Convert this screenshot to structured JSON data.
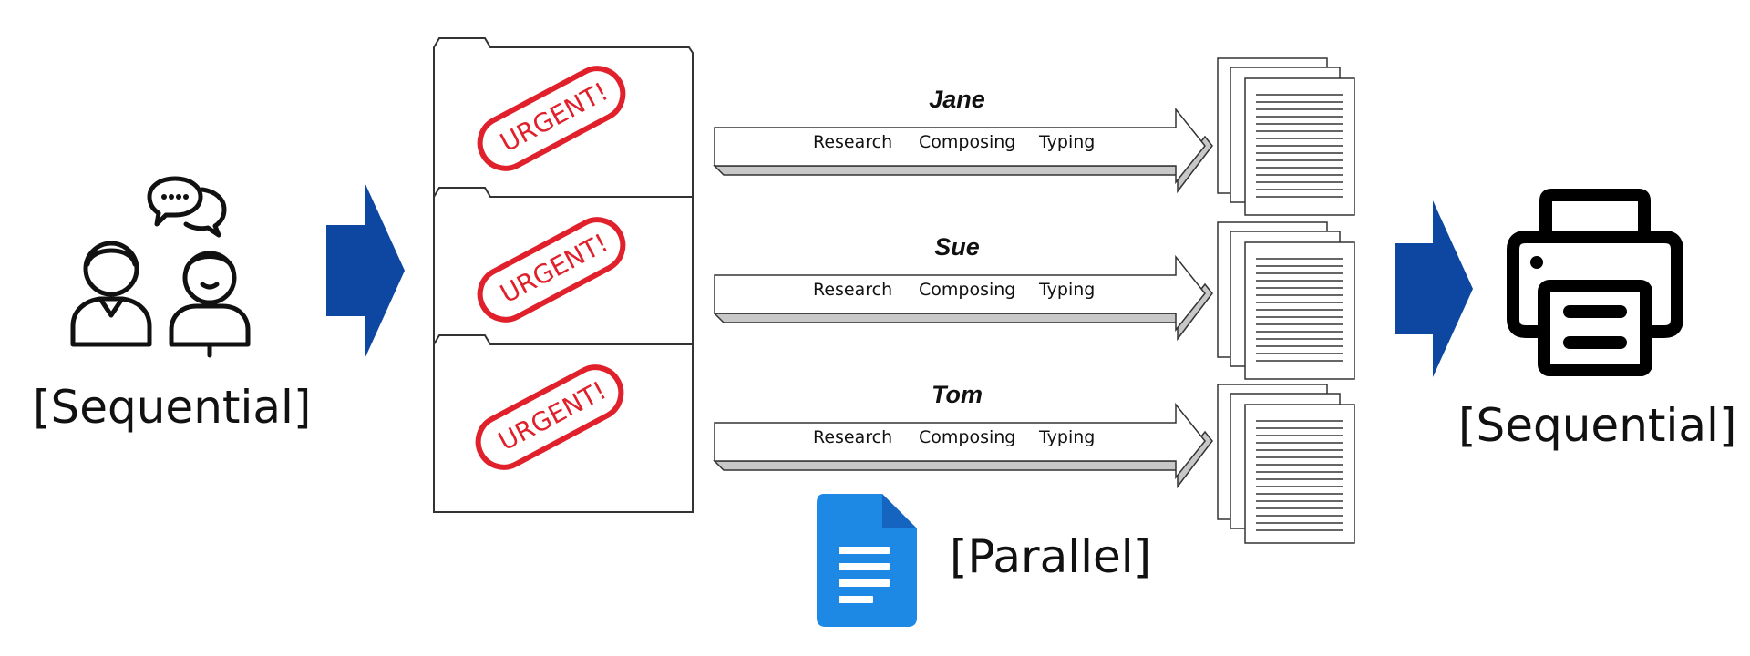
{
  "diagram": {
    "input": {
      "label": "[Sequential]"
    },
    "middle": {
      "label": "[Parallel]",
      "folders": [
        {
          "stamp": "URGENT!"
        },
        {
          "stamp": "URGENT!"
        },
        {
          "stamp": "URGENT!"
        }
      ],
      "workers": [
        {
          "name": "Jane",
          "steps": [
            "Research",
            "Composing",
            "Typing"
          ]
        },
        {
          "name": "Sue",
          "steps": [
            "Research",
            "Composing",
            "Typing"
          ]
        },
        {
          "name": "Tom",
          "steps": [
            "Research",
            "Composing",
            "Typing"
          ]
        }
      ]
    },
    "output": {
      "label": "[Sequential]"
    }
  },
  "colors": {
    "flow_arrow": "#0D47A1",
    "stamp": "#E0202A",
    "docs_icon": "#1E88E5",
    "docs_icon_fold": "#1565C0",
    "arrow_shade": "#C8C8C8"
  },
  "icons": [
    "people-chatting-icon",
    "google-docs-icon",
    "printer-icon",
    "document-stack-icon"
  ]
}
